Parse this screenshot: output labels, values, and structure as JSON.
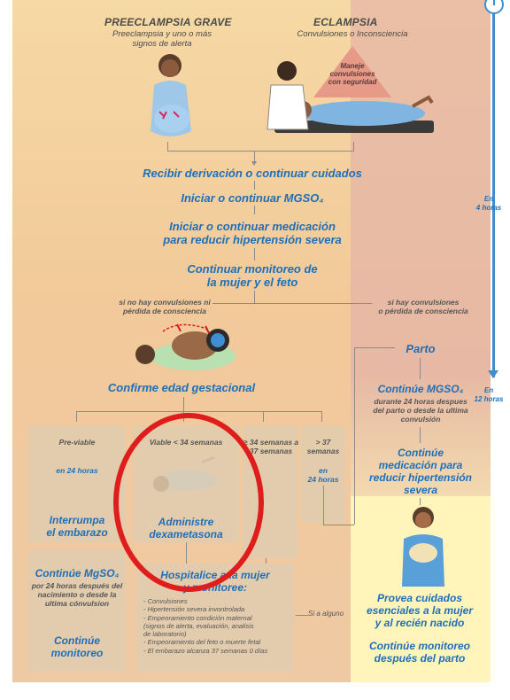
{
  "headers": {
    "left_title": "PREECLAMPSIA GRAVE",
    "left_subtitle_1": "Preeclampsia y uno o más",
    "left_subtitle_2": "signos de alerta",
    "right_title": "ECLAMPSIA",
    "right_subtitle": "Convulsiones o Inconsciencia",
    "triangle_1": "Maneje",
    "triangle_2": "convulsiones",
    "triangle_3": "con seguridad"
  },
  "steps": {
    "step1": "Recibir derivación o continuar cuidados",
    "step2": "Iniciar o continuar MGSO₄",
    "step3_1": "Iniciar o continuar medicación",
    "step3_2": "para reducir hipertensión severa",
    "step4_1": "Continuar monitoreo de",
    "step4_2": "la mujer y el feto"
  },
  "branches": {
    "left_1": "si no hay convulsiones ni",
    "left_2": "pérdida de consciencia",
    "right_1": "si hay convulsiones",
    "right_2": "o pérdida de consciencia"
  },
  "left_path": {
    "confirm": "Confirme edad gestacional",
    "col1_label": "Pre-viable",
    "col1_time": "en 24 horas",
    "col1_action_1": "Interrumpa",
    "col1_action_2": "el embarazo",
    "col1_mg_1": "Continúe MgSO₄",
    "col1_mg_2": "por 24 horas después del",
    "col1_mg_3": "nacimiento o desde la",
    "col1_mg_4": "ultima cónvulsion",
    "col1_mon_1": "Continúe",
    "col1_mon_2": "monitoreo",
    "col2_label": "Viable < 34 semanas",
    "col2_action_1": "Administre",
    "col2_action_2": "dexametasona",
    "col3_label_1": "≥ 34 semanas a",
    "col3_label_2": "37 semanas",
    "col4_label_1": "> 37",
    "col4_label_2": "semanas",
    "col4_time_1": "en",
    "col4_time_2": "24 horas",
    "hosp_1": "Hospitalice a la mujer",
    "hosp_2": "y monitoree:",
    "hosp_items": [
      "- Convulsiones",
      "- Hipertensión severa invontrolada",
      "- Empeoramiento condición maternal",
      "  (signos de alerta, evaluación, analisis",
      "  de laboratorio)",
      "- Empeoramiento del feto o muerte fetal",
      "- El embarazo alcanza 37 semanas 0 días"
    ],
    "si_alguno": "Si a alguno"
  },
  "right_path": {
    "parto": "Parto",
    "mg_title": "Continúe MGSO₄",
    "mg_1": "durante 24 horas despues",
    "mg_2": "del parto o desde la ultima",
    "mg_3": "convulsión",
    "med_1": "Continúe",
    "med_2": "medicación para",
    "med_3": "reducir hipertensión",
    "med_4": "severa",
    "care_1": "Provea cuidados",
    "care_2": "esenciales a la mujer",
    "care_3": "y al recién nacido",
    "after_1": "Continúe monitoreo",
    "after_2": "después del parto"
  },
  "timeline": {
    "t1_1": "En",
    "t1_2": "4 horas",
    "t2_1": "En",
    "t2_2": "12 horas"
  }
}
